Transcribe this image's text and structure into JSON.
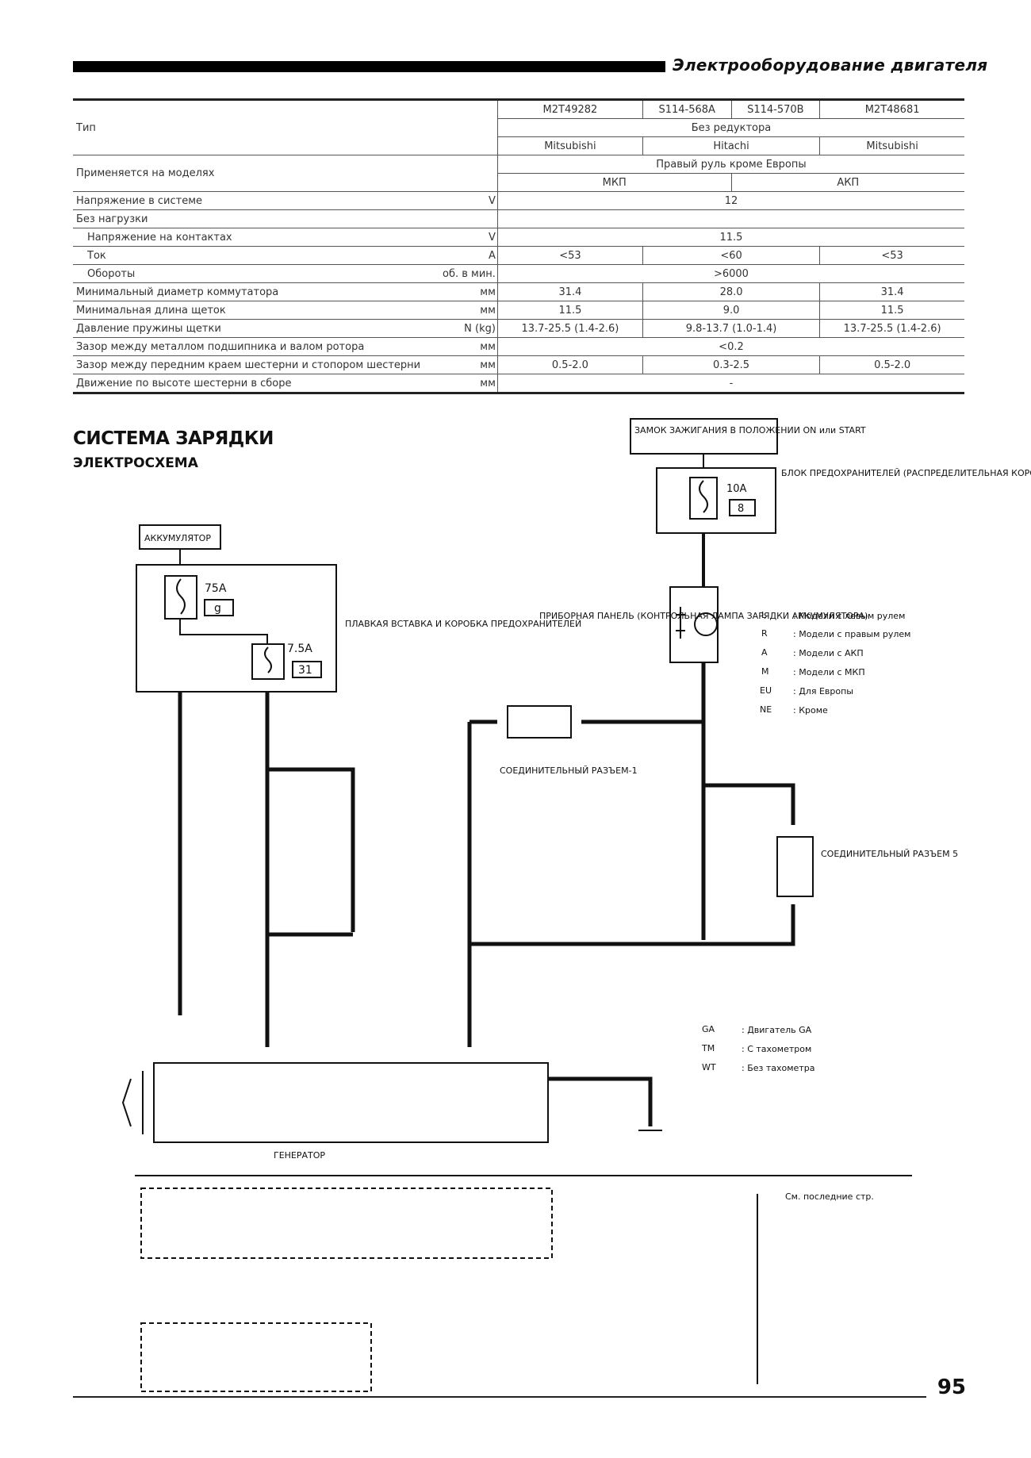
{
  "header": {
    "title": "Электрооборудование двигателя"
  },
  "spec_table": {
    "models": [
      "M2T49282",
      "S114-568A",
      "S114-570B",
      "M2T48681"
    ],
    "type_label": "Тип",
    "type_value": "Без редуктора",
    "makers": [
      "Mitsubishi",
      "Hitachi",
      "Mitsubishi"
    ],
    "applied_label": "Применяется на моделях",
    "applied_value": "Правый руль кроме Европы",
    "gearbox": [
      "МКП",
      "АКП"
    ],
    "rows": {
      "voltage": {
        "label": "Напряжение в системе",
        "unit": "V",
        "value": "12"
      },
      "no_load": {
        "label": "Без нагрузки"
      },
      "contact_voltage": {
        "label": "Напряжение на контактах",
        "unit": "V",
        "value": "11.5"
      },
      "current": {
        "label": "Ток",
        "unit": "A",
        "values": [
          "<53",
          "<60",
          "<53"
        ]
      },
      "rpm": {
        "label": "Обороты",
        "unit": "об. в мин.",
        "value": ">6000"
      },
      "commutator": {
        "label": "Минимальный диаметр коммутатора",
        "unit": "мм",
        "values": [
          "31.4",
          "28.0",
          "31.4"
        ]
      },
      "brush_len": {
        "label": "Минимальная длина щеток",
        "unit": "мм",
        "values": [
          "11.5",
          "9.0",
          "11.5"
        ]
      },
      "spring": {
        "label": "Давление пружины щетки",
        "unit": "N (kg)",
        "values": [
          "13.7-25.5 (1.4-2.6)",
          "9.8-13.7 (1.0-1.4)",
          "13.7-25.5 (1.4-2.6)"
        ]
      },
      "bearing_gap": {
        "label": "Зазор между металлом подшипника и валом ротора",
        "unit": "мм",
        "value": "<0.2"
      },
      "gear_gap": {
        "label": "Зазор между передним краем шестерни и стопором шестерни",
        "unit": "мм",
        "values": [
          "0.5-2.0",
          "0.3-2.5",
          "0.5-2.0"
        ]
      },
      "gear_move": {
        "label": "Движение по высоте шестерни в сборе",
        "unit": "мм",
        "value": "-"
      }
    }
  },
  "section": {
    "title": "СИСТЕМА ЗАРЯДКИ",
    "subtitle": "ЭЛЕКТРОСХЕМА"
  },
  "diagram": {
    "ignition": "ЗАМОК ЗАЖИГАНИЯ В ПОЛОЖЕНИИ ON или START",
    "fuse_block": "БЛОК ПРЕДОХРАНИТЕЛЕЙ (РАСПРЕДЕЛИТЕЛЬНАЯ КОРОБКА)",
    "fuse_10a": "10A",
    "fuse_10a_num": "8",
    "battery": "АККУМУЛЯТОР",
    "fuse_75a": "75A",
    "fuse_75a_num": "g",
    "fuse_75": "7.5A",
    "fuse_75_num": "31",
    "fusible_link": "ПЛАВКАЯ ВСТАВКА И КОРОБКА ПРЕДОХРАНИТЕЛЕЙ",
    "instrument_panel": "ПРИБОРНАЯ ПАНЕЛЬ (КОНТРОЛЬНАЯ ЛАМПА ЗАРЯДКИ АККУМУЛЯТОРА)",
    "conn1": "СОЕДИНИТЕЛЬНЫЙ РАЗЪЕМ-1",
    "conn5": "СОЕДИНИТЕЛЬНЫЙ РАЗЪЕМ 5",
    "generator": "ГЕНЕРАТОР",
    "legend": [
      {
        "code": "L",
        "text": ": Модели с левым рулем"
      },
      {
        "code": "R",
        "text": ": Модели с правым рулем"
      },
      {
        "code": "A",
        "text": ": Модели с АКП"
      },
      {
        "code": "M",
        "text": ": Модели с МКП"
      },
      {
        "code": "EU",
        "text": ": Для Европы"
      },
      {
        "code": "NE",
        "text": ": Кроме"
      }
    ],
    "legend2": [
      {
        "code": "GA",
        "text": ": Двигатель GA"
      },
      {
        "code": "TM",
        "text": ": С тахометром"
      },
      {
        "code": "WT",
        "text": ": Без тахометра"
      }
    ],
    "see_last": "См. последние стр."
  },
  "page": {
    "number": "95"
  }
}
